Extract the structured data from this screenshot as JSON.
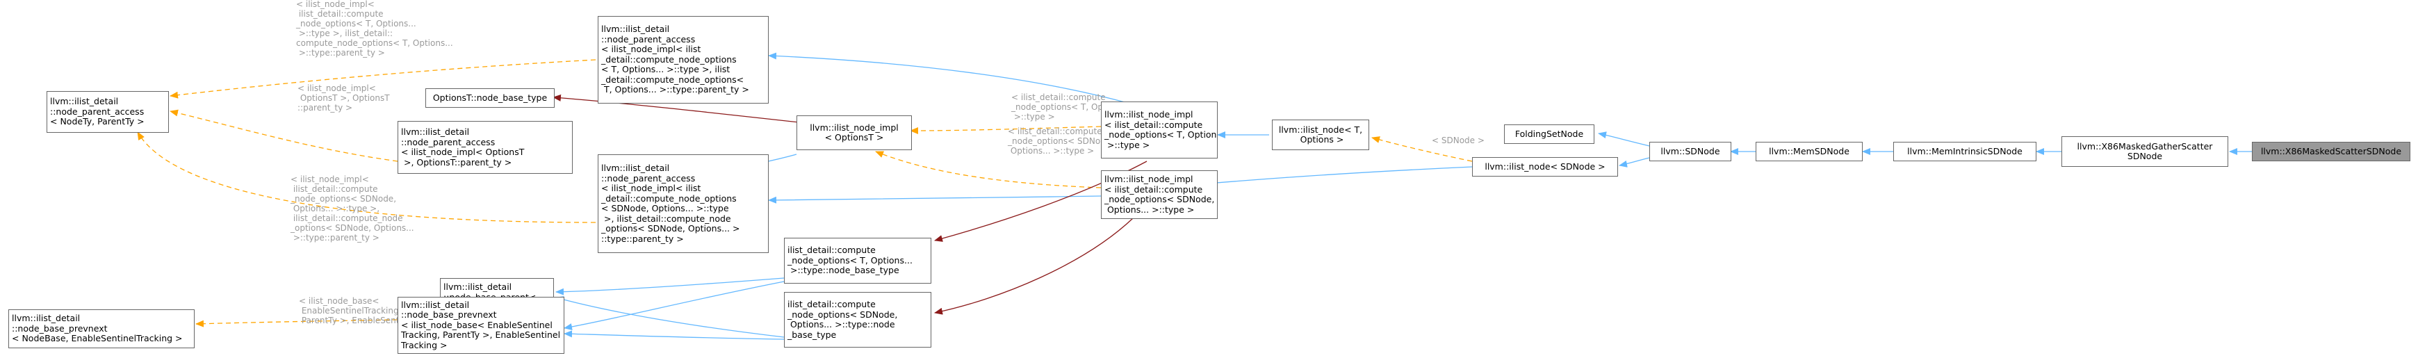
{
  "colors": {
    "inherit": "#63b8ff",
    "usage": "#ffa500",
    "template": "#8b1a1a",
    "node_border": "#666666",
    "active_fill": "#999999"
  },
  "nodes": {
    "nodeparentaccess_nodety": "llvm::ilist_detail\n::node_parent_access\n< NodeTy, ParentTy >",
    "nodebaseprevnext_node": "llvm::ilist_detail\n::node_base_prevnext\n< NodeBase, EnableSentinelTracking >",
    "optionst_nodebasetype": "OptionsT::node_base_type",
    "npa_optionst": "llvm::ilist_detail\n::node_parent_access\n< ilist_node_impl< OptionsT\n >, OptionsT::parent_ty >",
    "nodebaseparent": "llvm::ilist_detail\n::node_base_parent<\n ParentTy >",
    "nbp_inst": "llvm::ilist_detail\n::node_base_prevnext\n< ilist_node_base< EnableSentinel\nTracking, ParentTy >, EnableSentinel\nTracking >",
    "npa_top": "llvm::ilist_detail\n::node_parent_access\n< ilist_node_impl< ilist\n_detail::compute_node_options\n< T, Options... >::type >, ilist\n_detail::compute_node_options<\n T, Options... >::type::parent_ty >",
    "npa_sdnode": "llvm::ilist_detail\n::node_parent_access\n< ilist_node_impl< ilist\n_detail::compute_node_options\n< SDNode, Options... >::type\n >, ilist_detail::compute_node\n_options< SDNode, Options... >\n::type::parent_ty >",
    "ilist_node_impl": "llvm::ilist_node_impl\n< OptionsT >",
    "compute_T": "ilist_detail::compute\n_node_options< T, Options...\n >::type::node_base_type",
    "compute_SD": "ilist_detail::compute\n_node_options< SDNode,\n Options... >::type::node\n_base_type",
    "impl_T": "llvm::ilist_node_impl\n< ilist_detail::compute\n_node_options< T, Options...\n >::type >",
    "impl_SD": "llvm::ilist_node_impl\n< ilist_detail::compute\n_node_options< SDNode,\n Options... >::type >",
    "ilist_node_T": "llvm::ilist_node< T,\n Options >",
    "foldingsetnode": "FoldingSetNode",
    "ilist_node_SD": "llvm::ilist_node< SDNode >",
    "sdnode": "llvm::SDNode",
    "memsdnode": "llvm::MemSDNode",
    "memintrinsic": "llvm::MemIntrinsicSDNode",
    "gather_scatter": "llvm::X86MaskedGatherScatter\nSDNode",
    "scatter": "llvm::X86MaskedScatterSDNode"
  },
  "edge_labels": {
    "l1": "< ilist_node_impl<\n ilist_detail::compute\n_node_options< T, Options...\n >::type >, ilist_detail::\ncompute_node_options< T, Options...\n >::type::parent_ty >",
    "l2": "< ilist_node_impl<\n OptionsT >, OptionsT\n::parent_ty >",
    "l3": "< ilist_node_impl<\n ilist_detail::compute\n_node_options< SDNode,\n Options... >::type >,\n ilist_detail::compute_node\n_options< SDNode, Options...\n >::type::parent_ty >",
    "l4": "< ilist_detail::compute\n_node_options< T, Options...\n >::type >",
    "l5": "< ilist_detail::compute\n_node_options< SDNode,\n Options... >::type >",
    "l6": "< SDNode >",
    "l7": "< ilist_node_base<\n EnableSentinelTracking,\n ParentTy >, EnableSentinelTracking >"
  }
}
